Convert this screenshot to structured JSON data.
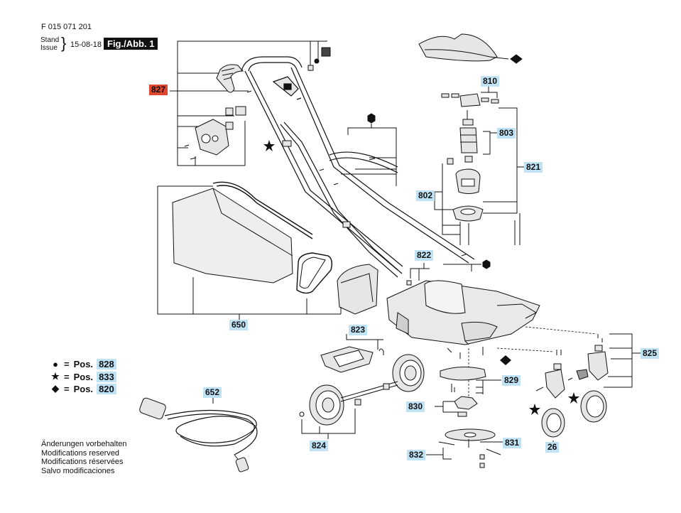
{
  "header": {
    "doc_number": "F 015 071 201",
    "stand_issue_label_1": "Stand",
    "stand_issue_label_2": "Issue",
    "date": "15-08-18",
    "figure_label": "Fig./Abb. 1"
  },
  "callouts": {
    "c827": "827",
    "c810": "810",
    "c803": "803",
    "c821": "821",
    "c802": "802",
    "c822": "822",
    "c650": "650",
    "c823": "823",
    "c825": "825",
    "c829": "829",
    "c830": "830",
    "c831": "831",
    "c832": "832",
    "c824": "824",
    "c652": "652",
    "c26": "26"
  },
  "legend": {
    "rows": [
      {
        "symbol": "●",
        "symbol_name": "circle-marker",
        "equals": "=",
        "pos": "Pos.",
        "code": "828"
      },
      {
        "symbol": "★",
        "symbol_name": "star-marker",
        "equals": "=",
        "pos": "Pos.",
        "code": "833"
      },
      {
        "symbol": "◆",
        "symbol_name": "diamond-marker",
        "equals": "=",
        "pos": "Pos.",
        "code": "820"
      }
    ]
  },
  "notes": [
    "Änderungen vorbehalten",
    "Modifications reserved",
    "Modifications réservées",
    "Salvo modificaciones"
  ],
  "colors": {
    "callout_fill": "#bfe3f5",
    "highlight_fill": "#e0452f",
    "line": "#111111",
    "part_fill": "#e6e6e6"
  }
}
